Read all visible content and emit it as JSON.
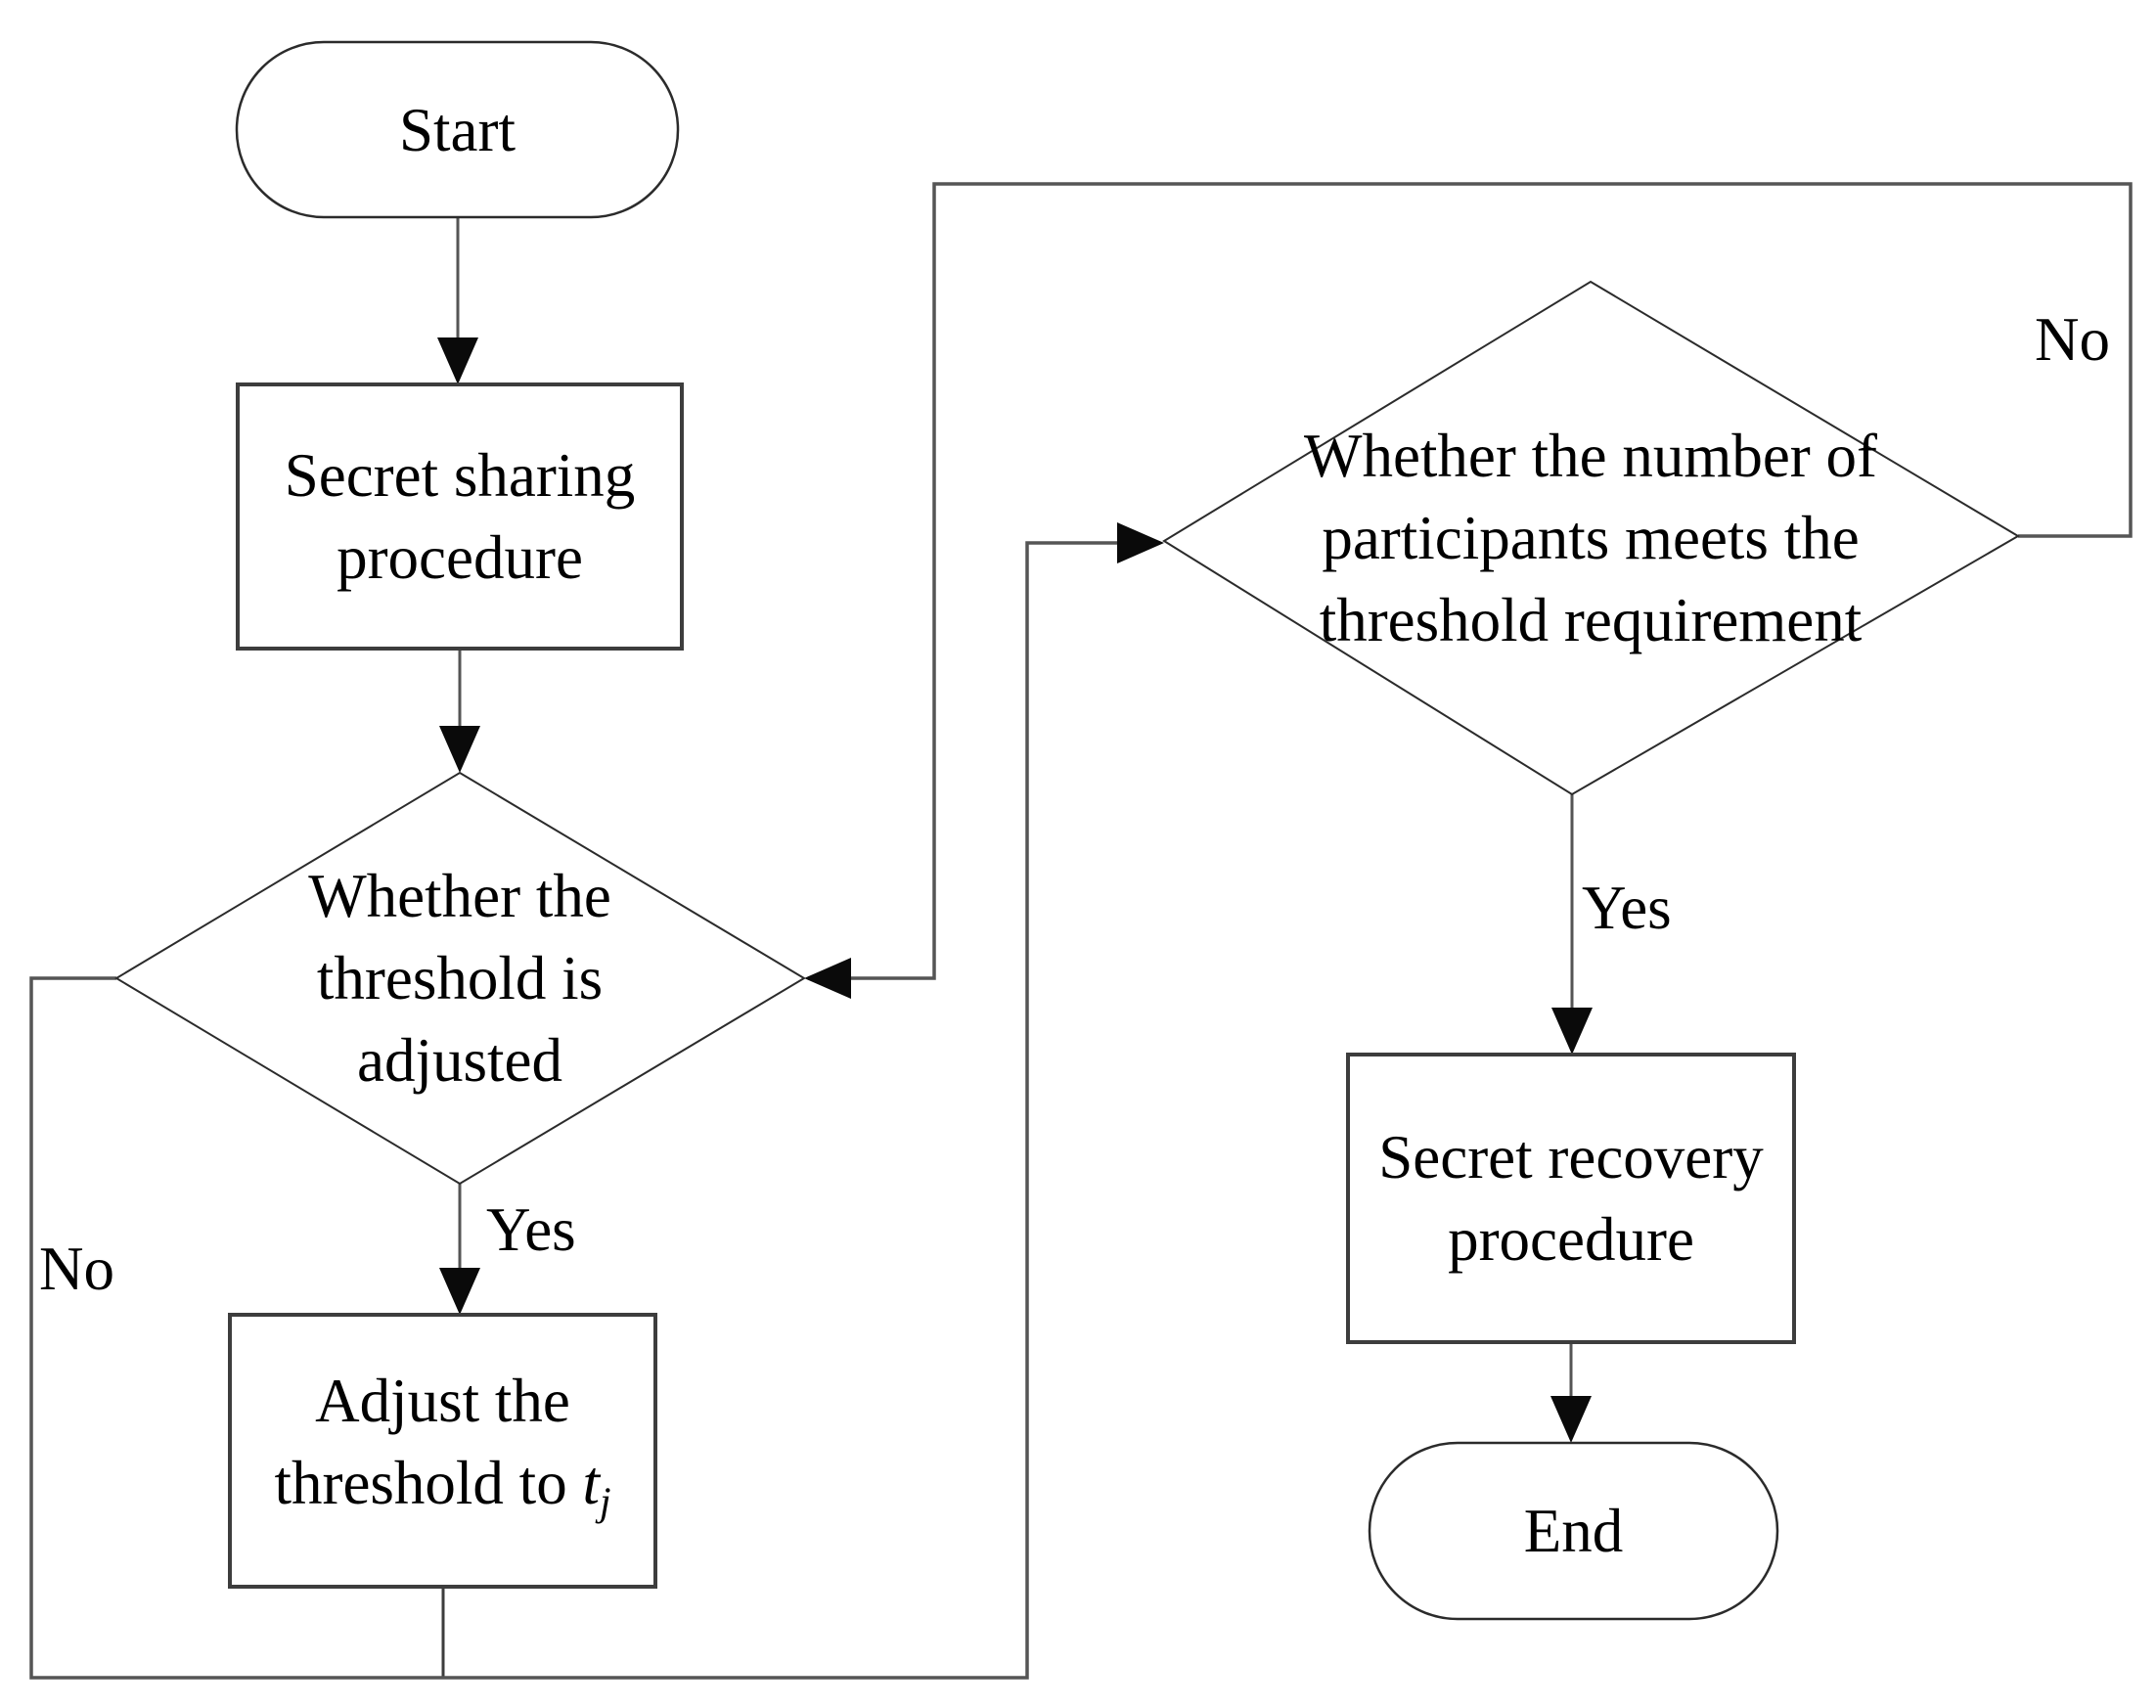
{
  "nodes": {
    "start": {
      "label": "Start"
    },
    "sharing": {
      "line1": "Secret sharing",
      "line2": "procedure"
    },
    "decision1": {
      "line1": "Whether the",
      "line2": "threshold is",
      "line3": "adjusted"
    },
    "adjust": {
      "line1": "Adjust the",
      "line2_prefix": "threshold to ",
      "threshold_var": "t",
      "threshold_var_sub": "j"
    },
    "decision2": {
      "line1": "Whether the number of",
      "line2": "participants meets the",
      "line3": "threshold requirement"
    },
    "recovery": {
      "line1": "Secret recovery",
      "line2": "procedure"
    },
    "end": {
      "label": "End"
    }
  },
  "edge_labels": {
    "decision1_yes": "Yes",
    "decision1_no": "No",
    "decision2_yes": "Yes",
    "decision2_no": "No"
  },
  "colors": {
    "background": "#ffffff",
    "shape_stroke": "#3d3d3d",
    "line_stroke": "#555555",
    "arrowhead_fill": "#0a0a0a",
    "text": "#000000"
  }
}
